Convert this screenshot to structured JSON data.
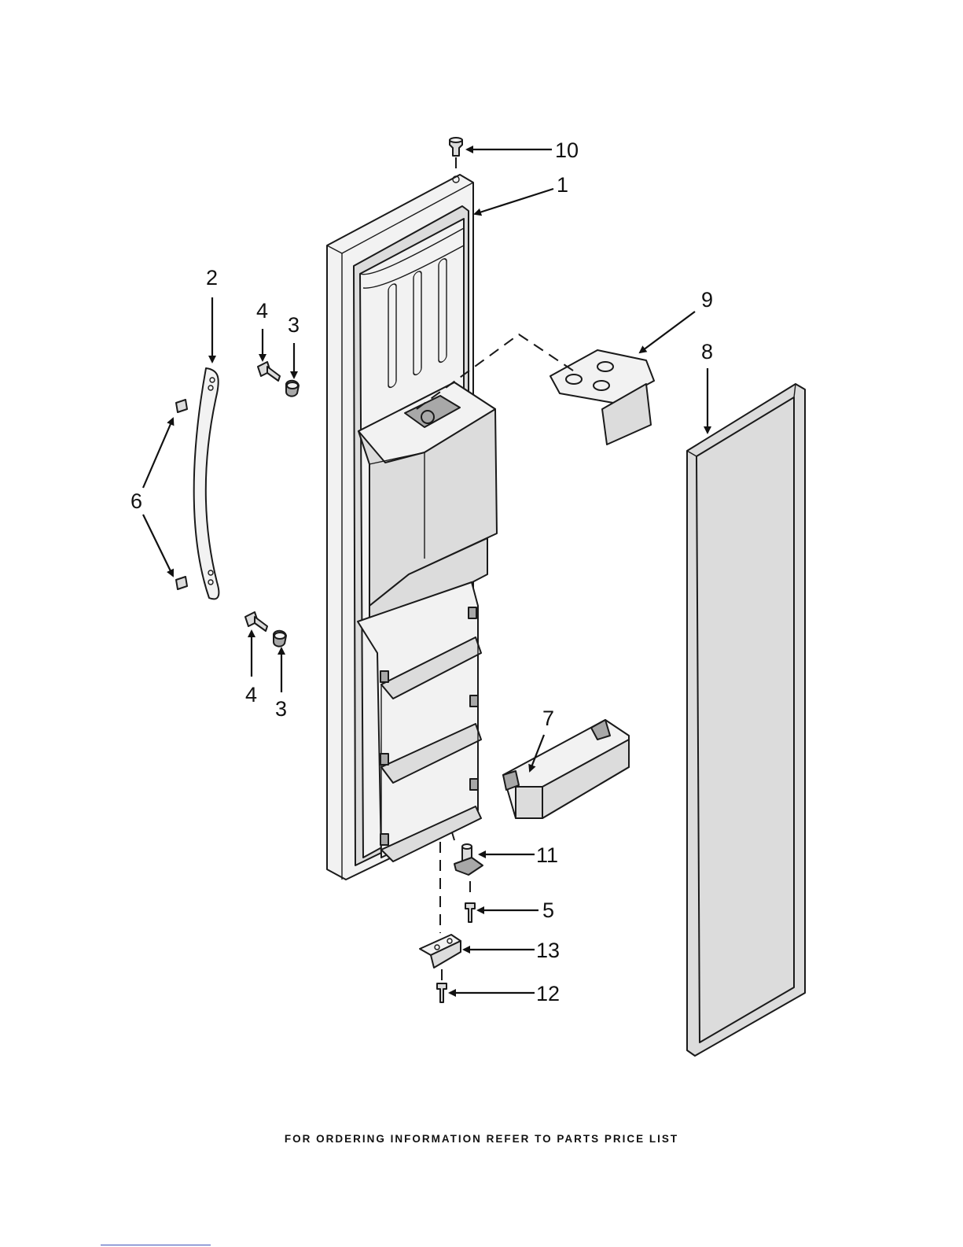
{
  "callouts": {
    "c1": "1",
    "c2": "2",
    "c3a": "3",
    "c3b": "3",
    "c4a": "4",
    "c4b": "4",
    "c5": "5",
    "c6": "6",
    "c7": "7",
    "c8": "8",
    "c9": "9",
    "c10": "10",
    "c11": "11",
    "c12": "12",
    "c13": "13"
  },
  "footer_text": "FOR ORDERING INFORMATION REFER TO PARTS PRICE LIST"
}
